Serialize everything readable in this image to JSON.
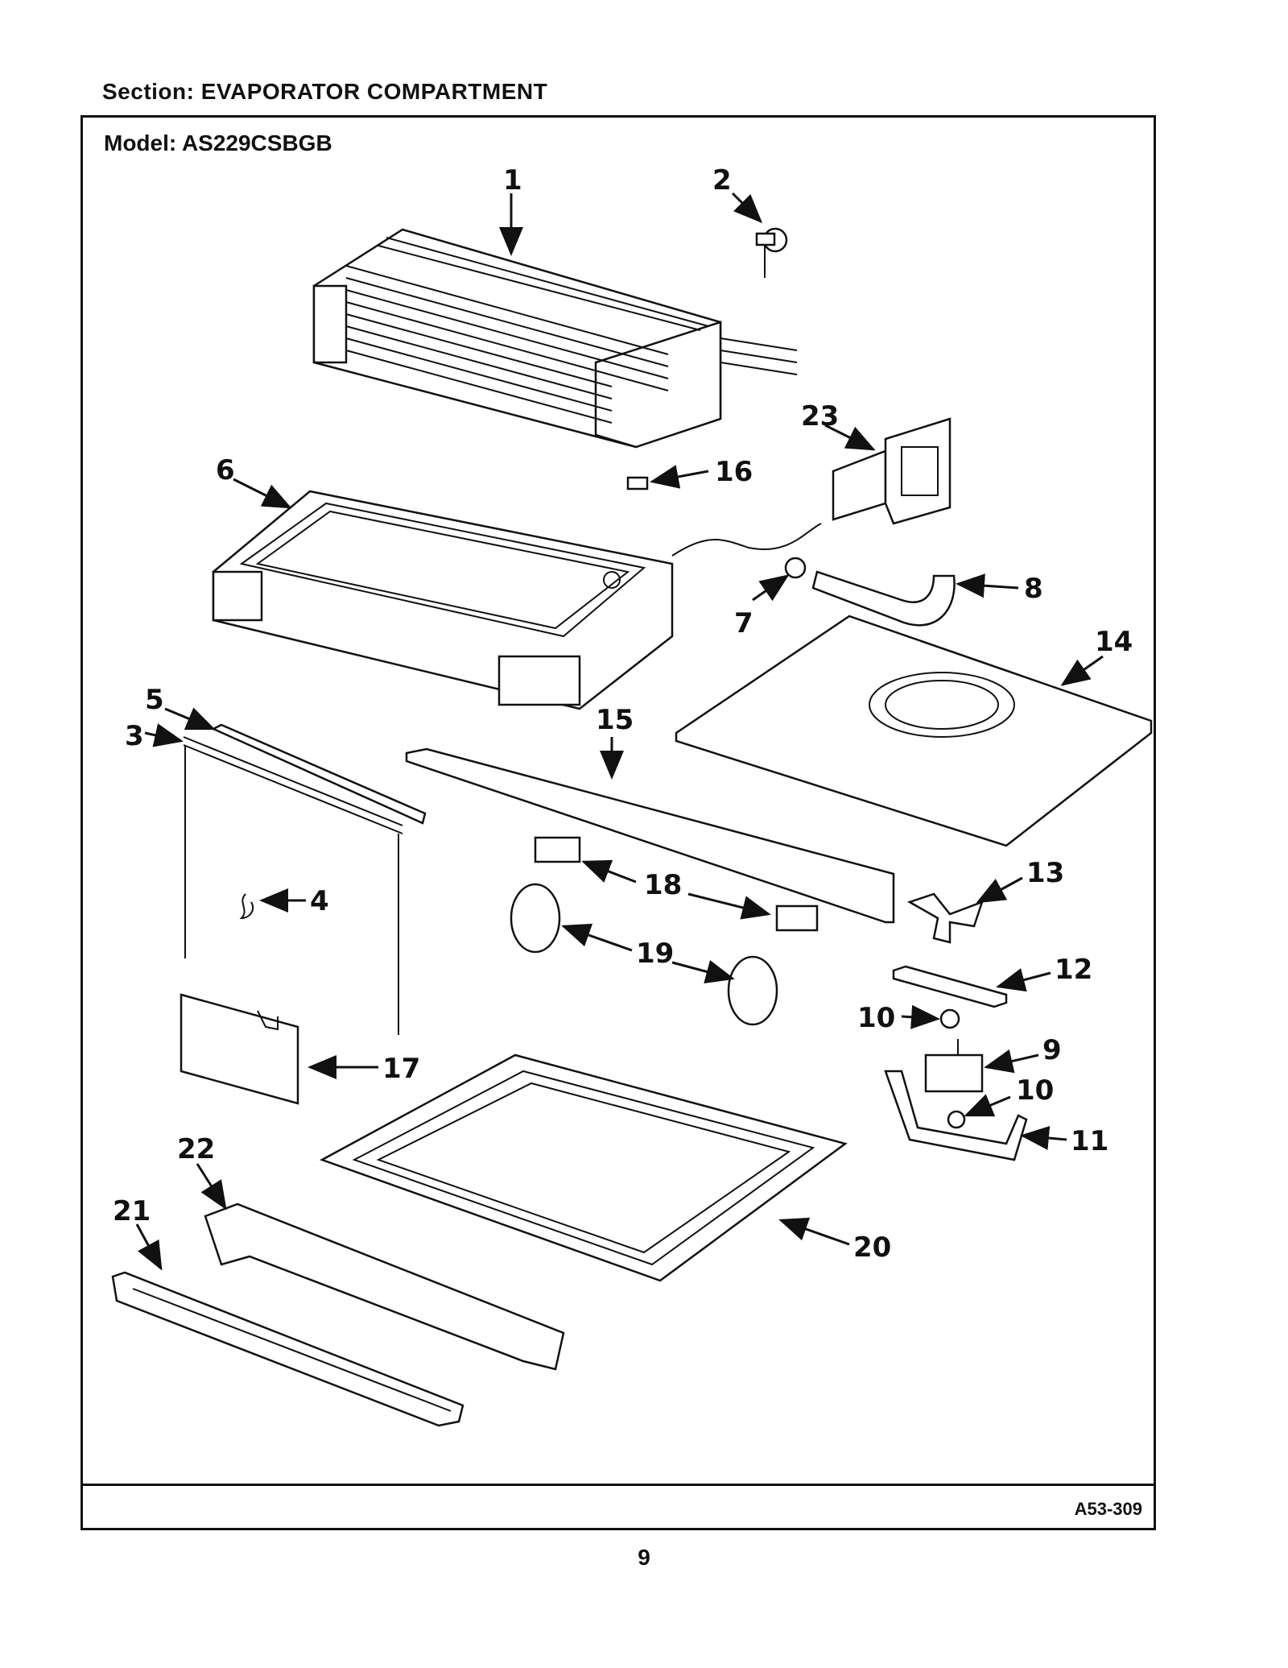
{
  "header": {
    "section_title": "Section:  EVAPORATOR COMPARTMENT",
    "model_title": "Model:  AS229CSBGB"
  },
  "footer": {
    "drawing_code": "A53-309",
    "page_number": "9"
  },
  "callouts": {
    "c1": "1",
    "c2": "2",
    "c3": "3",
    "c4": "4",
    "c5": "5",
    "c6": "6",
    "c7": "7",
    "c8": "8",
    "c9": "9",
    "c10a": "10",
    "c10b": "10",
    "c11": "11",
    "c12": "12",
    "c13": "13",
    "c14": "14",
    "c15": "15",
    "c16": "16",
    "c17": "17",
    "c18": "18",
    "c19": "19",
    "c20": "20",
    "c21": "21",
    "c22": "22",
    "c23": "23"
  },
  "colors": {
    "ink": "#111111",
    "paper": "#ffffff"
  }
}
